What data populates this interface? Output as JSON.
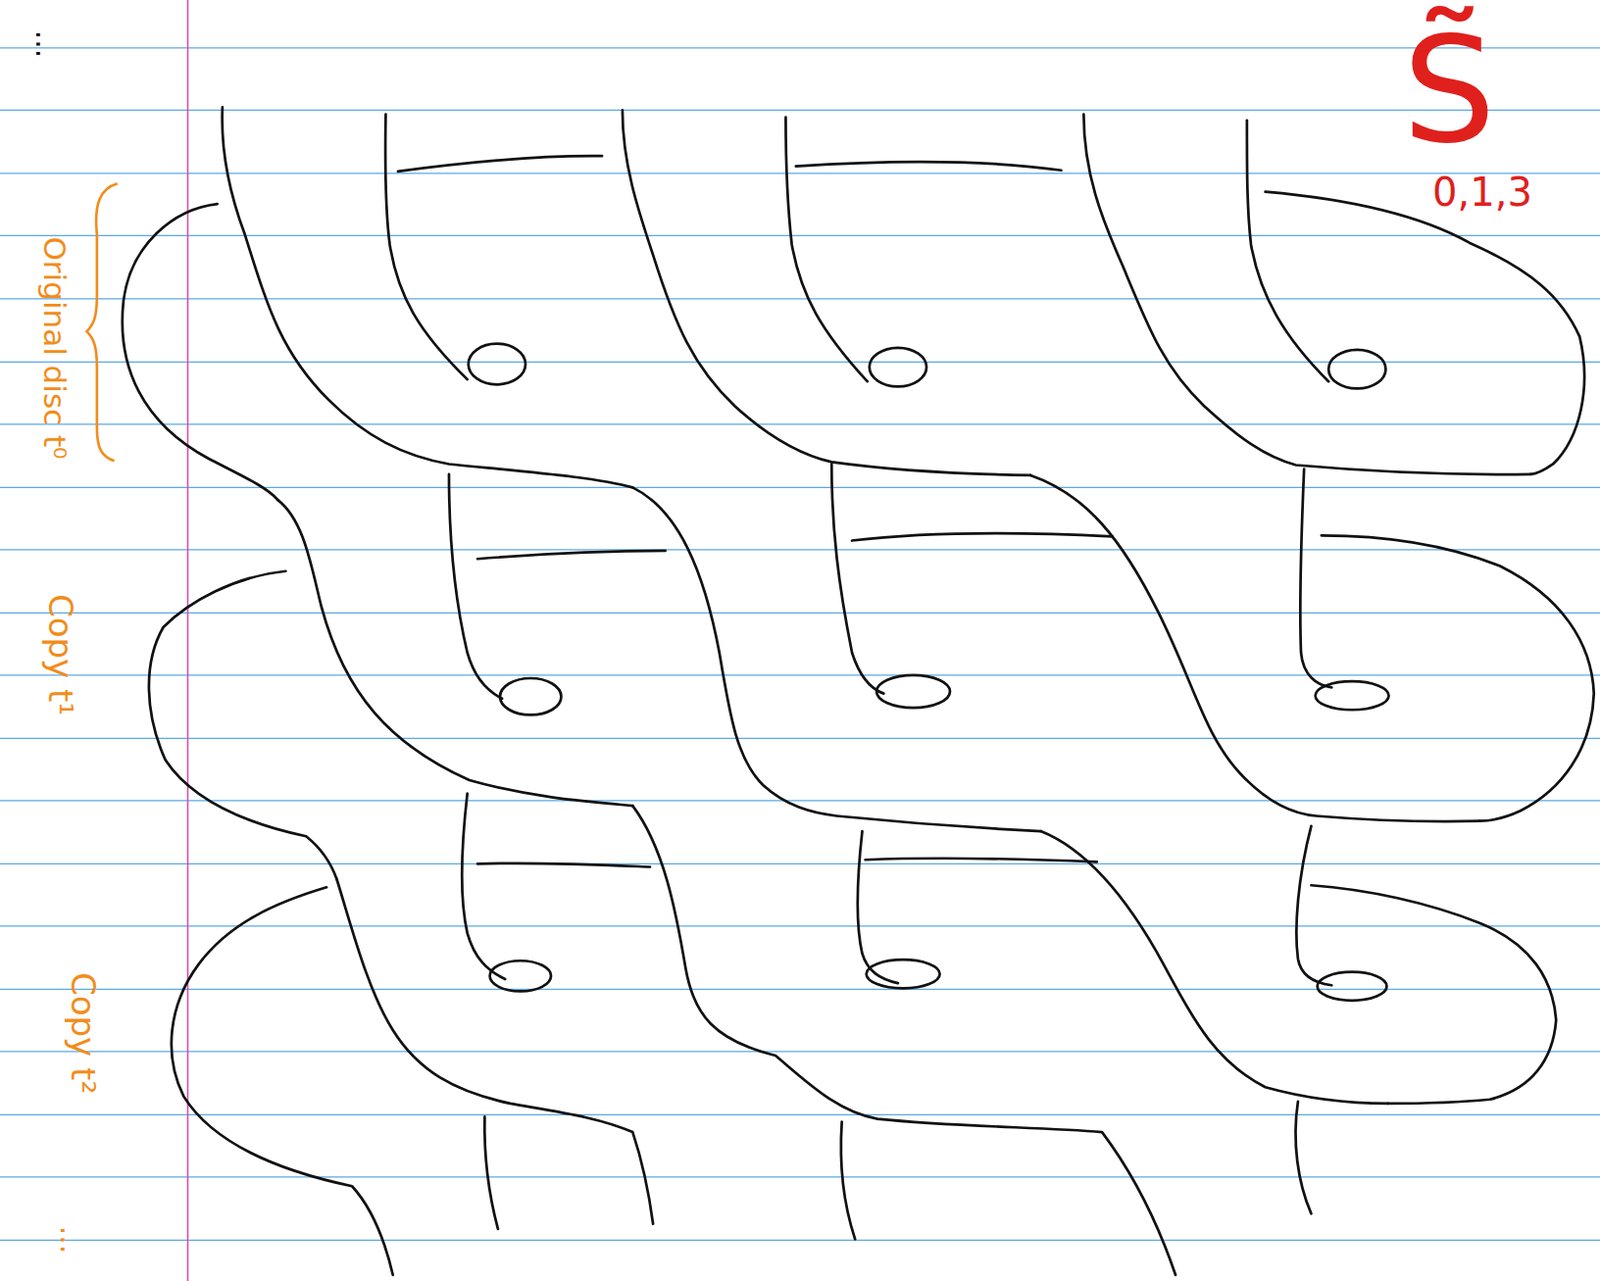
{
  "diagram": {
    "labels": [
      "...",
      "S̃",
      "0,1,3",
      "Original disc t⁰",
      "Copy t¹",
      "Copy t²",
      "..."
    ]
  }
}
